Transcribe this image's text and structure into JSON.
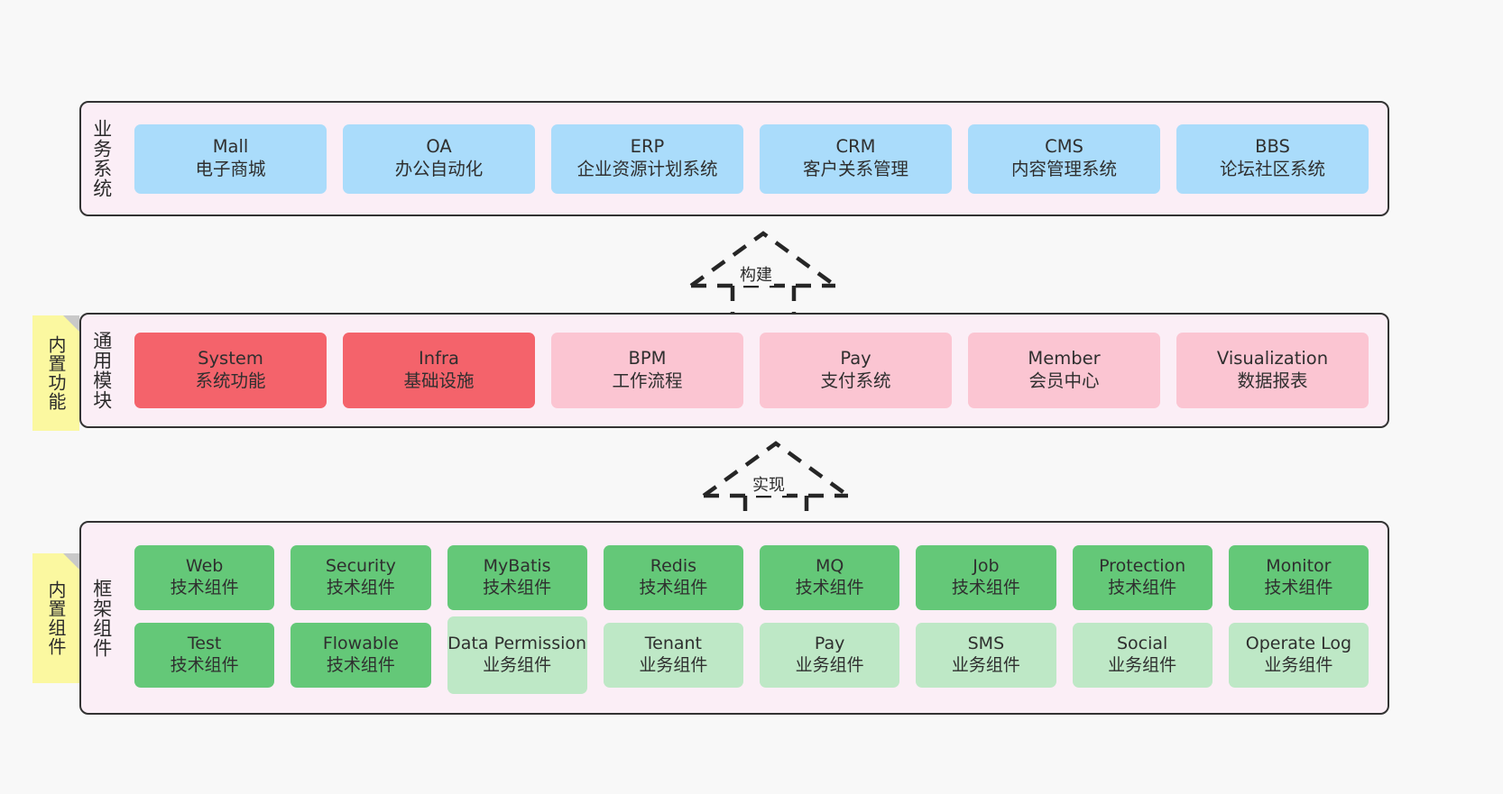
{
  "diagram": {
    "title": "",
    "colors": {
      "layer_background": "#fbeef6",
      "layer_border": "#333333",
      "business_card": "#aadcfb",
      "core_module": "#f4636b",
      "module_card": "#fbc5d2",
      "tech_component": "#64c878",
      "business_component": "#bee8c6",
      "note": "#fbf8a0",
      "note_fold": "#c9c9c9",
      "canvas": "#f8f8f8"
    }
  },
  "layers": {
    "business": {
      "title": "业务系统",
      "cards": [
        {
          "name": "Mall",
          "desc": "电子商城"
        },
        {
          "name": "OA",
          "desc": "办公自动化"
        },
        {
          "name": "ERP",
          "desc": "企业资源计划系统"
        },
        {
          "name": "CRM",
          "desc": "客户关系管理"
        },
        {
          "name": "CMS",
          "desc": "内容管理系统"
        },
        {
          "name": "BBS",
          "desc": "论坛社区系统"
        }
      ]
    },
    "common": {
      "title": "通用模块",
      "note": "内置功能",
      "cards": [
        {
          "name": "System",
          "desc": "系统功能",
          "style": "c-red"
        },
        {
          "name": "Infra",
          "desc": "基础设施",
          "style": "c-red"
        },
        {
          "name": "BPM",
          "desc": "工作流程",
          "style": "c-pink"
        },
        {
          "name": "Pay",
          "desc": "支付系统",
          "style": "c-pink"
        },
        {
          "name": "Member",
          "desc": "会员中心",
          "style": "c-pink"
        },
        {
          "name": "Visualization",
          "desc": "数据报表",
          "style": "c-pink"
        }
      ]
    },
    "framework": {
      "title": "框架组件",
      "note": "内置组件",
      "row1": [
        {
          "name": "Web",
          "desc": "技术组件",
          "style": "c-green"
        },
        {
          "name": "Security",
          "desc": "技术组件",
          "style": "c-green"
        },
        {
          "name": "MyBatis",
          "desc": "技术组件",
          "style": "c-green"
        },
        {
          "name": "Redis",
          "desc": "技术组件",
          "style": "c-green"
        },
        {
          "name": "MQ",
          "desc": "技术组件",
          "style": "c-green"
        },
        {
          "name": "Job",
          "desc": "技术组件",
          "style": "c-green"
        },
        {
          "name": "Protection",
          "desc": "技术组件",
          "style": "c-green"
        },
        {
          "name": "Monitor",
          "desc": "技术组件",
          "style": "c-green"
        }
      ],
      "row2": [
        {
          "name": "Test",
          "desc": "技术组件",
          "style": "c-green"
        },
        {
          "name": "Flowable",
          "desc": "技术组件",
          "style": "c-green"
        },
        {
          "name": "Data Permission",
          "desc": "业务组件",
          "style": "c-lightgreen",
          "tall": true
        },
        {
          "name": "Tenant",
          "desc": "业务组件",
          "style": "c-lightgreen"
        },
        {
          "name": "Pay",
          "desc": "业务组件",
          "style": "c-lightgreen"
        },
        {
          "name": "SMS",
          "desc": "业务组件",
          "style": "c-lightgreen"
        },
        {
          "name": "Social",
          "desc": "业务组件",
          "style": "c-lightgreen"
        },
        {
          "name": "Operate Log",
          "desc": "业务组件",
          "style": "c-lightgreen"
        }
      ]
    }
  },
  "arrows": {
    "build": {
      "label": "构建",
      "from": "common",
      "to": "business",
      "style": "dashed-generalization"
    },
    "implement": {
      "label": "实现",
      "from": "framework",
      "to": "common",
      "style": "dashed-generalization"
    }
  }
}
